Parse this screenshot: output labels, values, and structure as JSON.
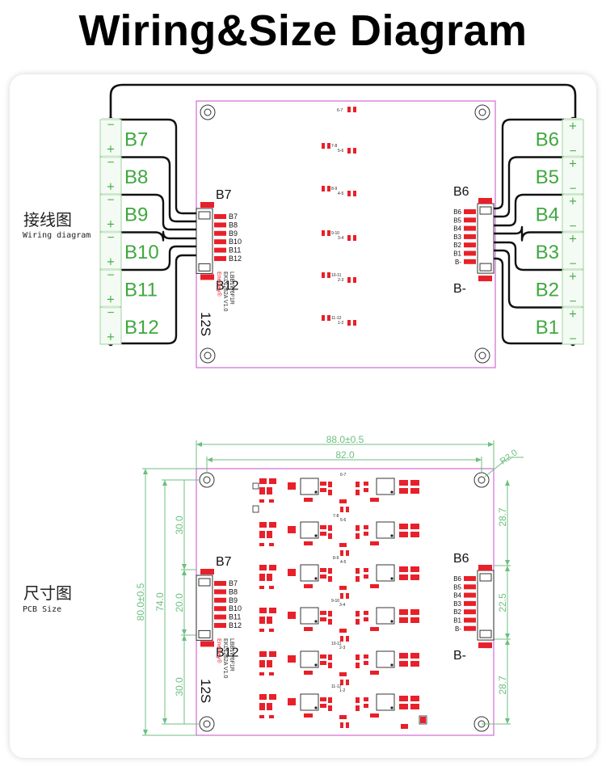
{
  "title": "Wiring&Size  Diagram",
  "wiring": {
    "label_cn": "接线图",
    "label_en": "Wiring diagram",
    "left_batteries": [
      "B7",
      "B8",
      "B9",
      "B10",
      "B11",
      "B12"
    ],
    "right_batteries": [
      "B6",
      "B5",
      "B4",
      "B3",
      "B2",
      "B1"
    ],
    "left_connector_top": "B7",
    "left_connector_bottom": "B12",
    "left_pins": [
      "B7",
      "B8",
      "B9",
      "B10",
      "B11",
      "B12"
    ],
    "right_connector_top": "B6",
    "right_connector_bottom": "B-",
    "right_pins": [
      "B6",
      "B5",
      "B4",
      "B3",
      "B2",
      "B1",
      "B-"
    ],
    "series_label": "12S",
    "board_text": [
      "Enerkey®",
      "EKL1252A V1.0",
      "LBB1W6F1R"
    ],
    "balance_labels": [
      [
        "6-7"
      ],
      [
        "7-8",
        "5-6"
      ],
      [
        "8-9",
        "4-5"
      ],
      [
        "9-10",
        "3-4"
      ],
      [
        "10-11",
        "2-3"
      ],
      [
        "11-12",
        "1-2"
      ]
    ]
  },
  "pcb": {
    "label_cn": "尺寸图",
    "label_en": "PCB Size",
    "dim_overall_width": "88.0±0.5",
    "dim_hole_width": "82.0",
    "dim_corner_radius": "R2.0",
    "dim_overall_height": "80.0±0.5",
    "dim_hole_height": "74.0",
    "dim_left_top": "30.0",
    "dim_left_mid": "20.0",
    "dim_left_bottom": "30.0",
    "dim_right_top": "28.7",
    "dim_right_mid": "22.5",
    "dim_right_bottom": "28.7",
    "left_connector_top": "B7",
    "left_connector_bottom": "B12",
    "left_pins": [
      "B7",
      "B8",
      "B9",
      "B10",
      "B11",
      "B12"
    ],
    "right_connector_top": "B6",
    "right_connector_bottom": "B-",
    "right_pins": [
      "B6",
      "B5",
      "B4",
      "B3",
      "B2",
      "B1",
      "B-"
    ],
    "series_label": "12S",
    "board_text": [
      "Enerkey®",
      "EKL1252A V1.0",
      "LBB1W6F1R"
    ],
    "balance_labels": [
      "6-7",
      "7-8",
      "5-6",
      "8-9",
      "4-5",
      "9-10",
      "3-4",
      "10-11",
      "2-3",
      "11-12",
      "1-2"
    ]
  },
  "colors": {
    "board_outline": "#d06ad6",
    "wire": "#111111",
    "battery_text": "#3fa83f",
    "battery_border": "#9fd39f",
    "battery_fill": "#f4fbf4",
    "component": "#e8202a",
    "dimension": "#6dbf80"
  }
}
